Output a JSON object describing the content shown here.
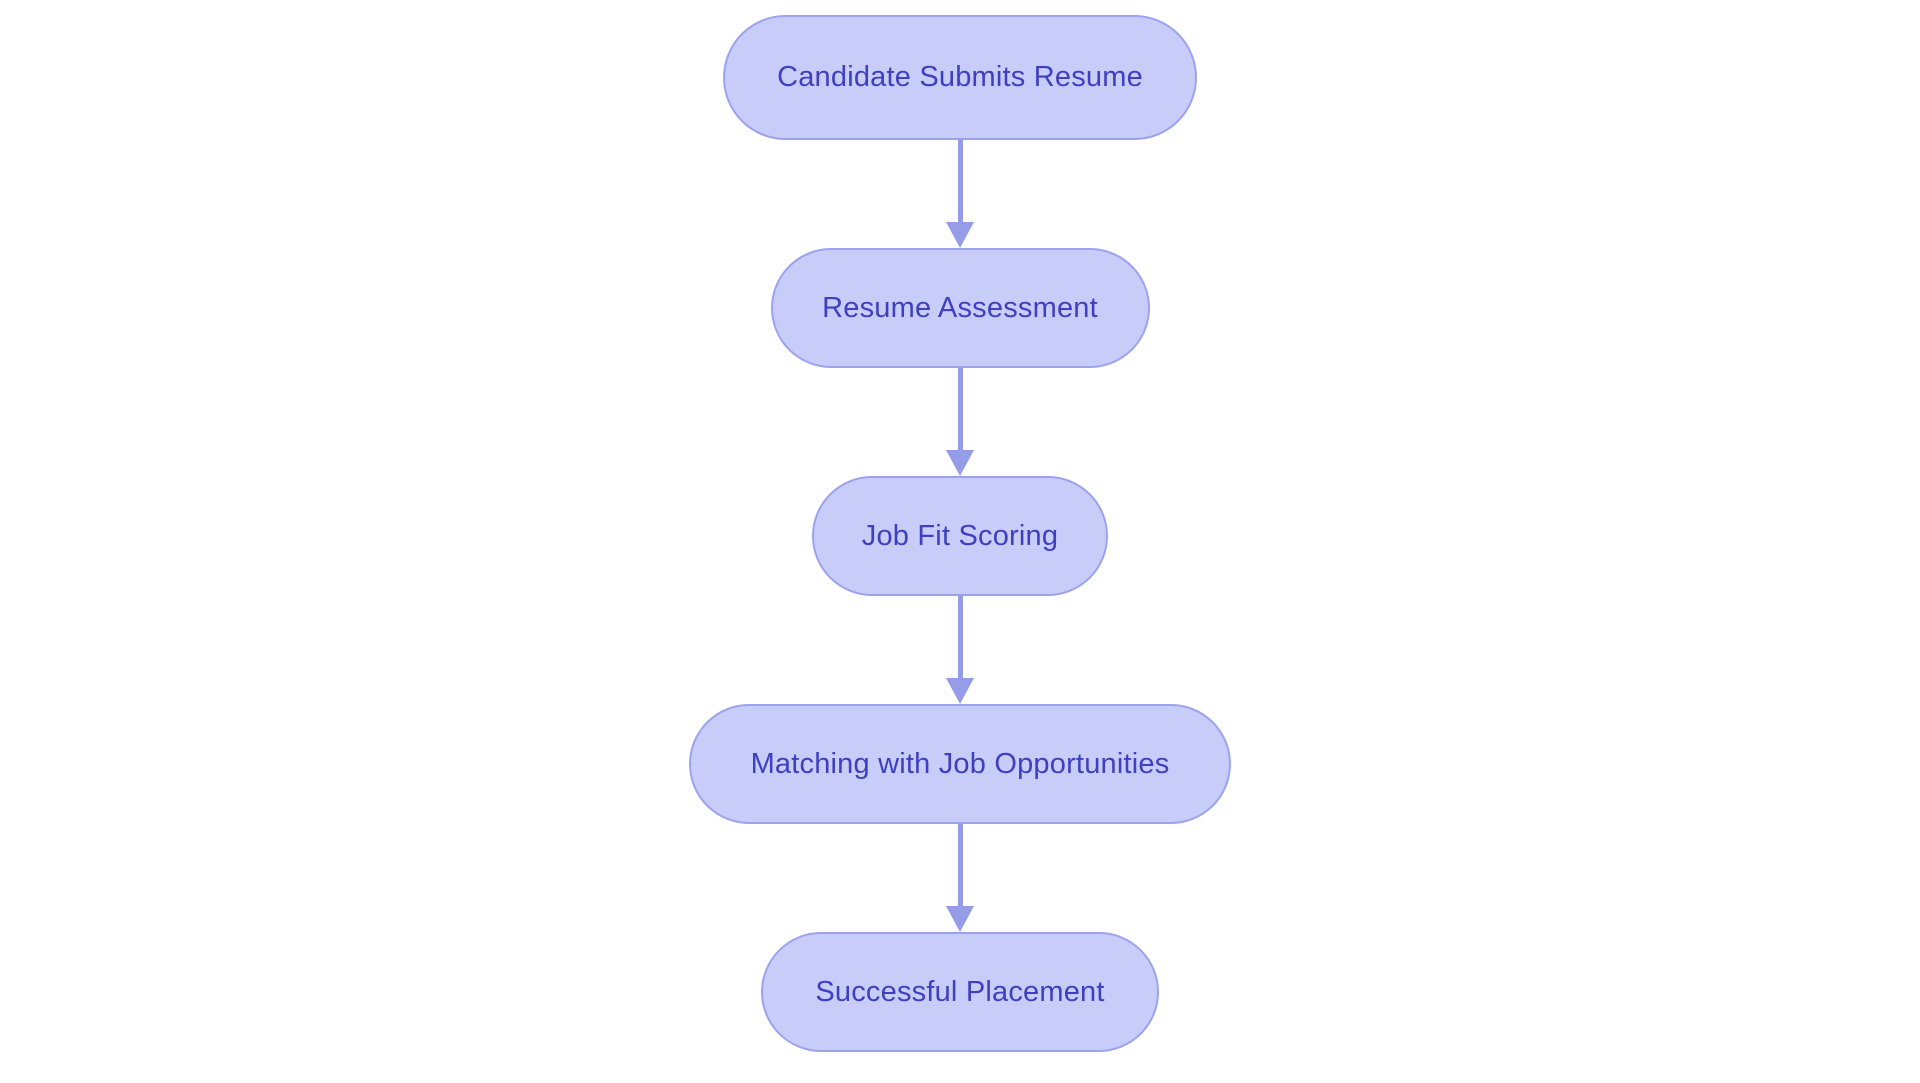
{
  "flowchart": {
    "type": "vertical-flow",
    "nodes": [
      {
        "id": "candidate-submits-resume",
        "label": "Candidate Submits Resume"
      },
      {
        "id": "resume-assessment",
        "label": "Resume Assessment"
      },
      {
        "id": "job-fit-scoring",
        "label": "Job Fit Scoring"
      },
      {
        "id": "matching-with-job-opportunities",
        "label": "Matching with Job Opportunities"
      },
      {
        "id": "successful-placement",
        "label": "Successful Placement"
      }
    ],
    "edges": [
      {
        "from": "candidate-submits-resume",
        "to": "resume-assessment"
      },
      {
        "from": "resume-assessment",
        "to": "job-fit-scoring"
      },
      {
        "from": "job-fit-scoring",
        "to": "matching-with-job-opportunities"
      },
      {
        "from": "matching-with-job-opportunities",
        "to": "successful-placement"
      }
    ],
    "colors": {
      "node_fill": "#c8ccf8",
      "node_border": "#9ca3ee",
      "node_text": "#3e3fc1",
      "arrow": "#959de9",
      "background": "#ffffff"
    }
  }
}
